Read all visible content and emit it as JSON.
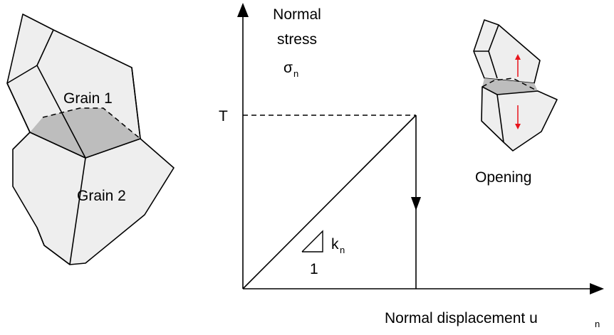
{
  "left_figure": {
    "grain1_label": "Grain 1",
    "grain2_label": "Grain 2"
  },
  "plot": {
    "y_axis_label_line1": "Normal",
    "y_axis_label_line2": "stress",
    "y_axis_symbol": "σ",
    "y_axis_symbol_sub": "n",
    "x_axis_label": "Normal displacement u",
    "x_axis_label_sub": "n",
    "peak_label": "T",
    "slope_label": "k",
    "slope_label_sub": "n",
    "slope_run_label": "1"
  },
  "right_figure": {
    "caption": "Opening",
    "arrow_color": "#e8141b"
  },
  "colors": {
    "grain_fill": "#eeeeee",
    "contact_fill": "#bdbdbd",
    "stroke": "#000000"
  }
}
